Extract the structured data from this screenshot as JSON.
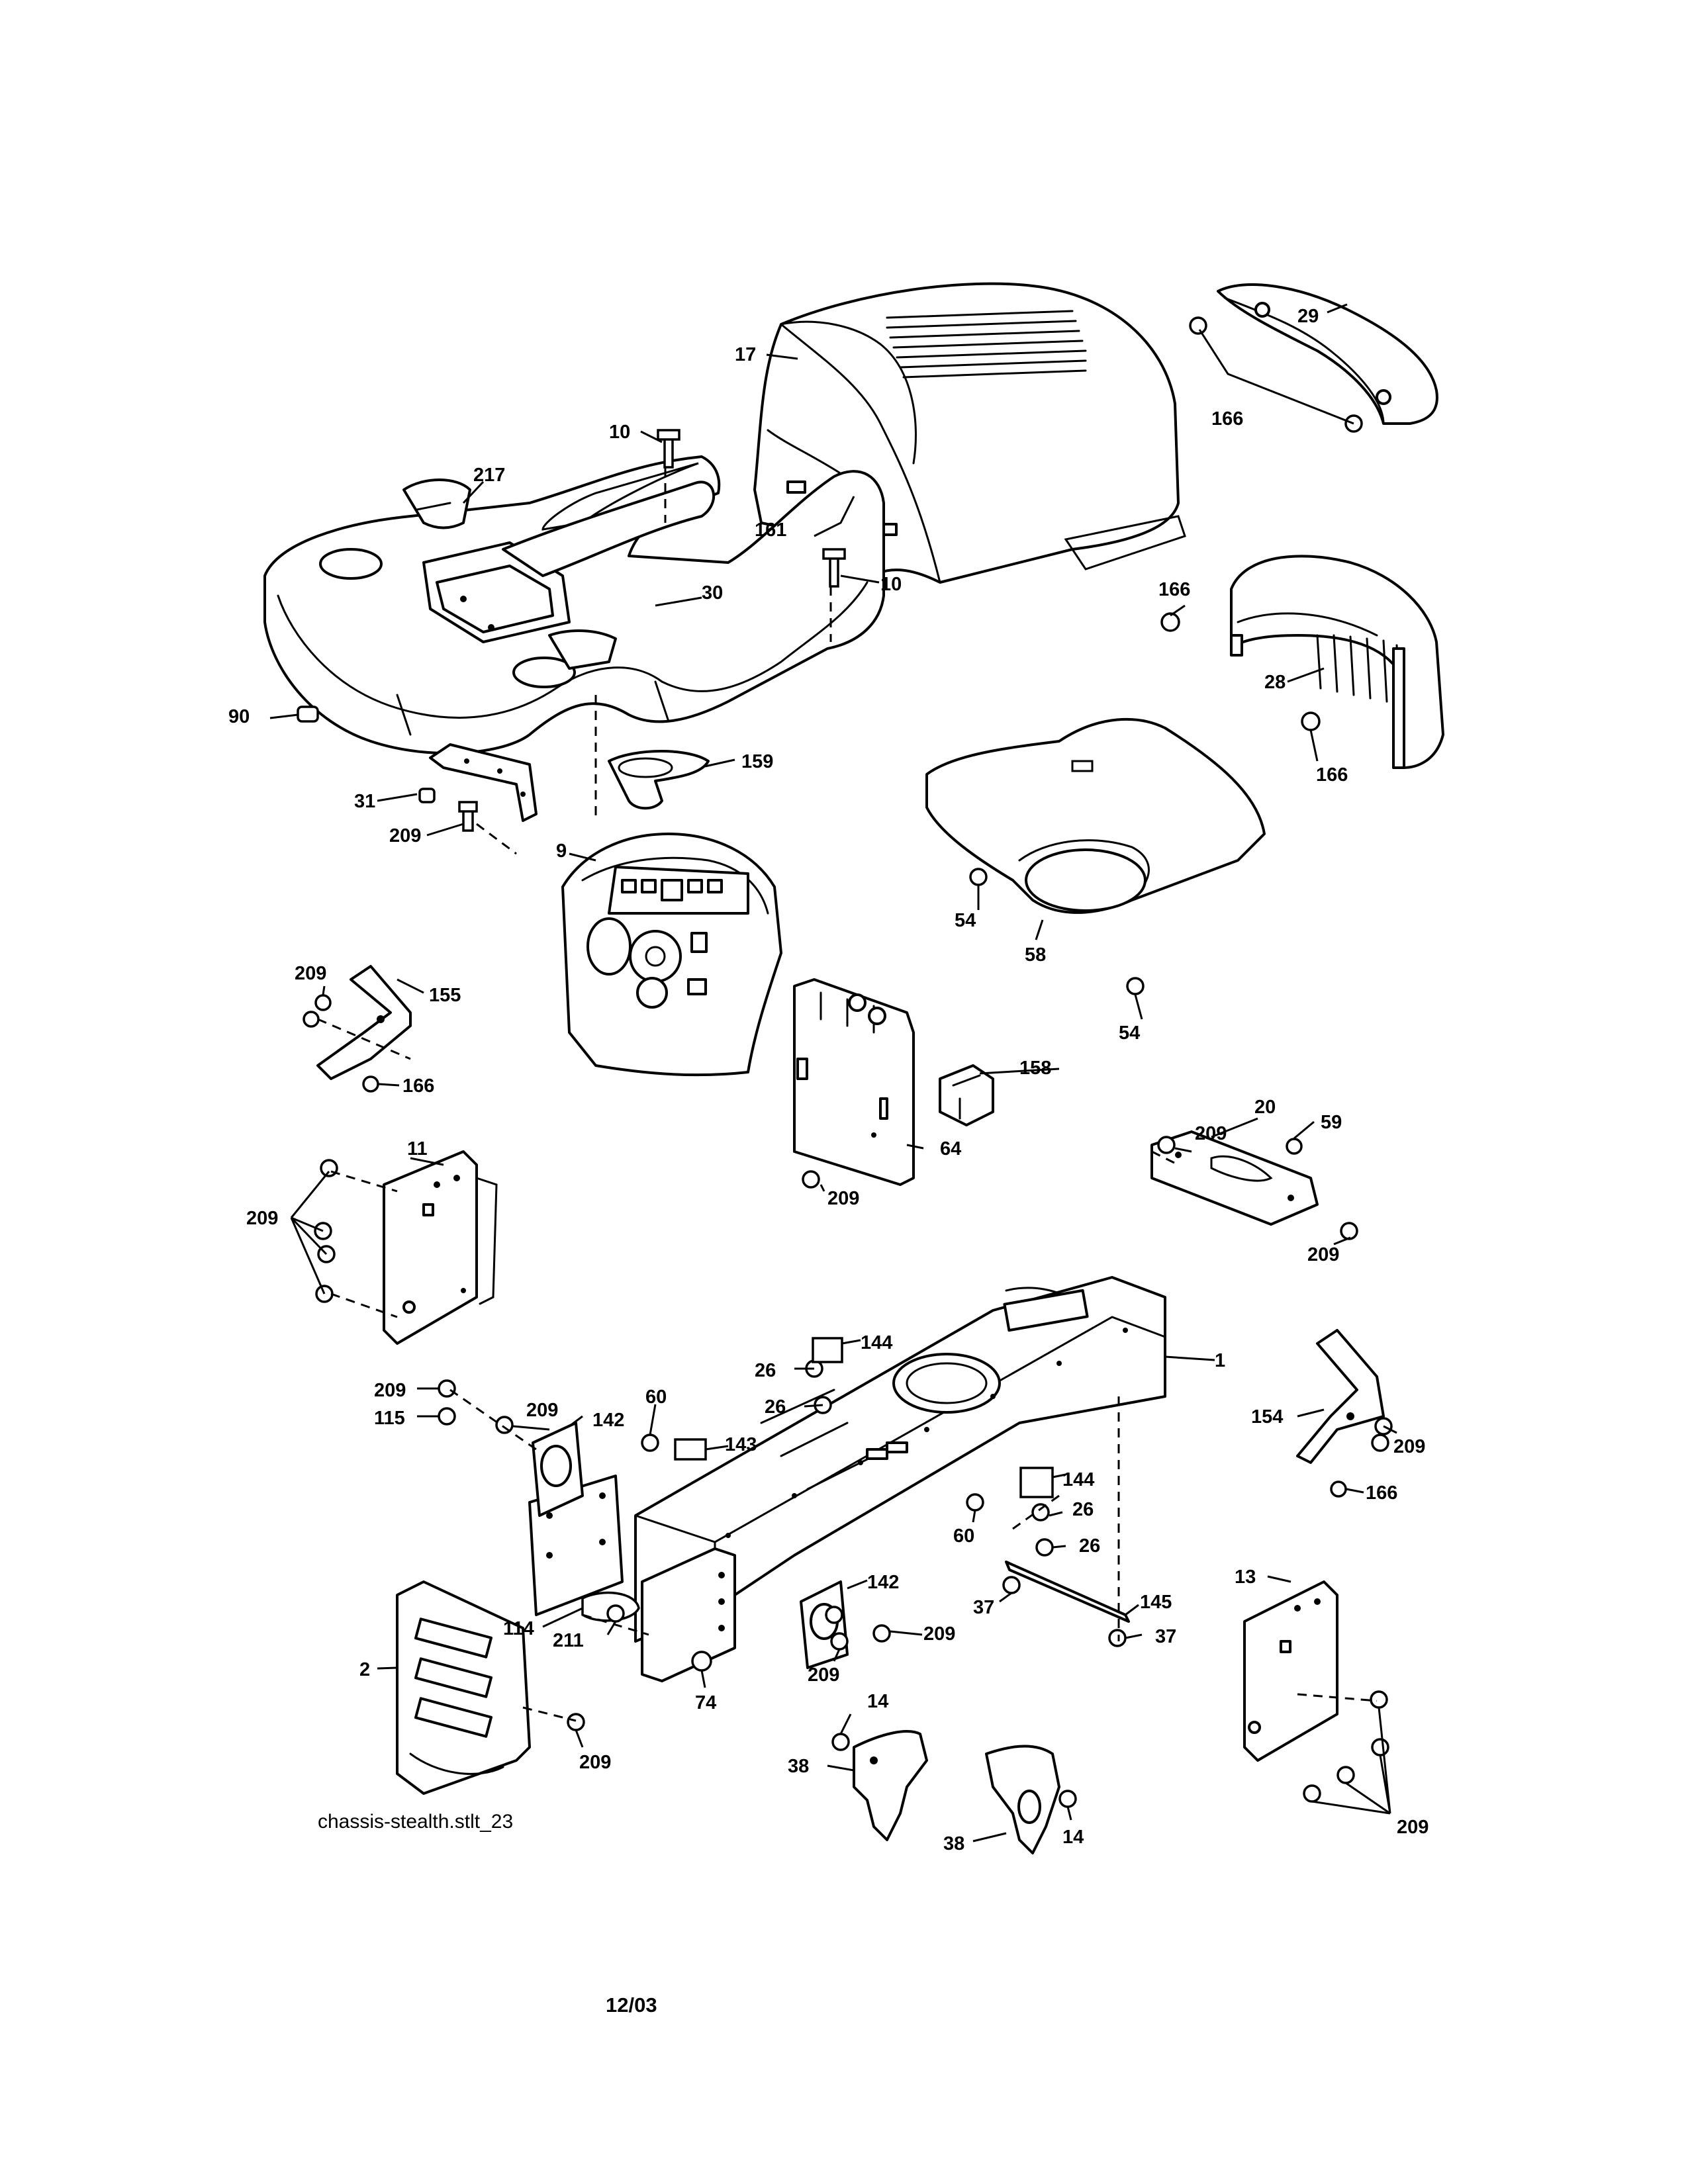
{
  "diagram_caption": "chassis-stealth.stlt_23",
  "revision_date": "12/03",
  "callouts": [
    {
      "id": "17",
      "label": "17"
    },
    {
      "id": "29",
      "label": "29"
    },
    {
      "id": "166a",
      "label": "166"
    },
    {
      "id": "10a",
      "label": "10"
    },
    {
      "id": "217",
      "label": "217"
    },
    {
      "id": "161",
      "label": "161"
    },
    {
      "id": "10b",
      "label": "10"
    },
    {
      "id": "30",
      "label": "30"
    },
    {
      "id": "166b",
      "label": "166"
    },
    {
      "id": "28",
      "label": "28"
    },
    {
      "id": "166c",
      "label": "166"
    },
    {
      "id": "90",
      "label": "90"
    },
    {
      "id": "159",
      "label": "159"
    },
    {
      "id": "31",
      "label": "31"
    },
    {
      "id": "209a",
      "label": "209"
    },
    {
      "id": "9",
      "label": "9"
    },
    {
      "id": "54a",
      "label": "54"
    },
    {
      "id": "58",
      "label": "58"
    },
    {
      "id": "54b",
      "label": "54"
    },
    {
      "id": "209b",
      "label": "209"
    },
    {
      "id": "155",
      "label": "155"
    },
    {
      "id": "166d",
      "label": "166"
    },
    {
      "id": "158",
      "label": "158"
    },
    {
      "id": "64",
      "label": "64"
    },
    {
      "id": "209c",
      "label": "209"
    },
    {
      "id": "209d",
      "label": "209"
    },
    {
      "id": "20",
      "label": "20"
    },
    {
      "id": "59",
      "label": "59"
    },
    {
      "id": "209e",
      "label": "209"
    },
    {
      "id": "11",
      "label": "11"
    },
    {
      "id": "209f",
      "label": "209"
    },
    {
      "id": "144a",
      "label": "144"
    },
    {
      "id": "1",
      "label": "1"
    },
    {
      "id": "26a",
      "label": "26"
    },
    {
      "id": "26b",
      "label": "26"
    },
    {
      "id": "209g",
      "label": "209"
    },
    {
      "id": "209h",
      "label": "209"
    },
    {
      "id": "60a",
      "label": "60"
    },
    {
      "id": "115",
      "label": "115"
    },
    {
      "id": "142a",
      "label": "142"
    },
    {
      "id": "143",
      "label": "143"
    },
    {
      "id": "154",
      "label": "154"
    },
    {
      "id": "209i",
      "label": "209"
    },
    {
      "id": "144b",
      "label": "144"
    },
    {
      "id": "26c",
      "label": "26"
    },
    {
      "id": "166e",
      "label": "166"
    },
    {
      "id": "60b",
      "label": "60"
    },
    {
      "id": "26d",
      "label": "26"
    },
    {
      "id": "142b",
      "label": "142"
    },
    {
      "id": "37a",
      "label": "37"
    },
    {
      "id": "145",
      "label": "145"
    },
    {
      "id": "13",
      "label": "13"
    },
    {
      "id": "114",
      "label": "114"
    },
    {
      "id": "209j",
      "label": "209"
    },
    {
      "id": "211",
      "label": "211"
    },
    {
      "id": "37b",
      "label": "37"
    },
    {
      "id": "2",
      "label": "2"
    },
    {
      "id": "209k",
      "label": "209"
    },
    {
      "id": "74",
      "label": "74"
    },
    {
      "id": "14a",
      "label": "14"
    },
    {
      "id": "38a",
      "label": "38"
    },
    {
      "id": "209l",
      "label": "209"
    },
    {
      "id": "209m",
      "label": "209"
    },
    {
      "id": "38b",
      "label": "38"
    },
    {
      "id": "14b",
      "label": "14"
    }
  ]
}
